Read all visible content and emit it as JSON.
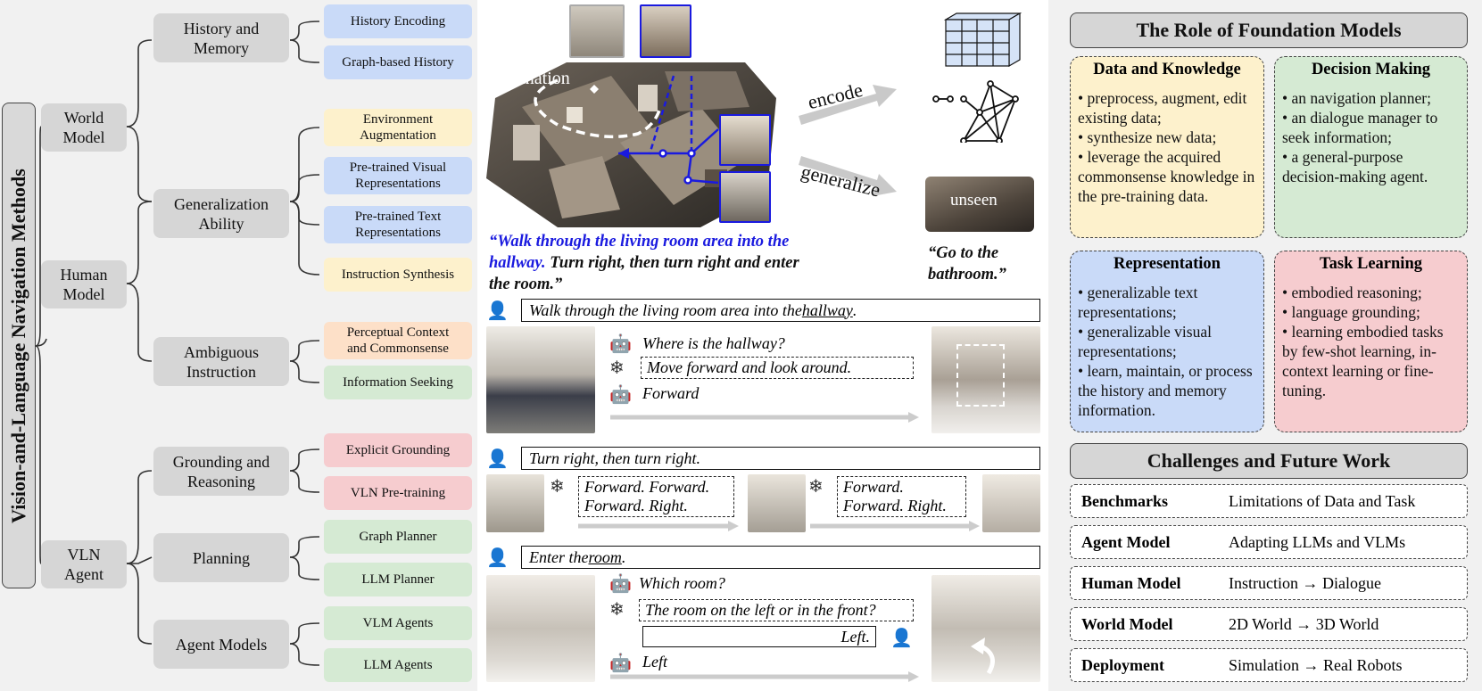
{
  "taxonomy": {
    "root": "Vision-and-Language Navigation Methods",
    "categories": [
      {
        "label": "World\nModel"
      },
      {
        "label": "Human\nModel"
      },
      {
        "label": "VLN\nAgent"
      }
    ],
    "subs": [
      {
        "label": "History and\nMemory"
      },
      {
        "label": "Generalization\nAbility"
      },
      {
        "label": "Ambiguous\nInstruction"
      },
      {
        "label": "Grounding and\nReasoning"
      },
      {
        "label": "Planning"
      },
      {
        "label": "Agent Models"
      }
    ],
    "leaves": [
      {
        "label": "History Encoding"
      },
      {
        "label": "Graph-based History"
      },
      {
        "label": "Environment\nAugmentation"
      },
      {
        "label": "Pre-trained Visual\nRepresentations"
      },
      {
        "label": "Pre-trained Text\nRepresentations"
      },
      {
        "label": "Instruction Synthesis"
      },
      {
        "label": "Perceptual Context\nand Commonsense"
      },
      {
        "label": "Information Seeking"
      },
      {
        "label": "Explicit Grounding"
      },
      {
        "label": "VLN Pre-training"
      },
      {
        "label": "Graph Planner"
      },
      {
        "label": "LLM Planner"
      },
      {
        "label": "VLM Agents"
      },
      {
        "label": "LLM Agents"
      }
    ]
  },
  "scene": {
    "destination": "destination",
    "encode": "encode",
    "generalize": "generalize",
    "unseen": "unseen",
    "instruction_hl": "“Walk through the living room area into the hallway.",
    "instruction_rest": " Turn right, then turn right and enter the room.”",
    "goal": "“Go to the bathroom.”"
  },
  "dialogue": {
    "human1_pre": "Walk through the living room area into the ",
    "human1_ul": "hallway",
    "human1_post": ".",
    "robot_q1": "Where is the hallway?",
    "gpt_a1": "Move forward and look around.",
    "robot_act1": "Forward",
    "human2": "Turn right, then turn right.",
    "gpt_a2": "Forward. Forward.\nForward. Right.",
    "gpt_a3": "Forward.\nForward. Right.",
    "human3_pre": "Enter the ",
    "human3_ul": "room",
    "human3_post": ".",
    "robot_q3": "Which room?",
    "gpt_a3b": "The room on the left or in the front?",
    "human_reply": "Left.",
    "robot_act3": "Left"
  },
  "role": {
    "title": "The Role of Foundation Models",
    "cards": [
      {
        "title": "Data and Knowledge",
        "body": "• preprocess, augment, edit existing data;\n• synthesize new data;\n• leverage the acquired commonsense knowledge in the pre-training data.",
        "color": "#fdf1cc"
      },
      {
        "title": "Decision Making",
        "body": "• an navigation planner;\n• an dialogue manager to seek information;\n• a general-purpose decision-making agent.",
        "color": "#d5ead3"
      },
      {
        "title": "Representation",
        "body": "• generalizable text representations;\n• generalizable visual representations;\n• learn, maintain, or process the history and memory information.",
        "color": "#c9daf8"
      },
      {
        "title": "Task Learning",
        "body": "• embodied reasoning;\n• language grounding;\n• learning embodied tasks by few-shot learning, in-context learning or fine-tuning.",
        "color": "#f6cccf"
      }
    ]
  },
  "challenges": {
    "title": "Challenges and Future Work",
    "rows": [
      {
        "label": "Benchmarks",
        "desc": "Limitations of Data and Task"
      },
      {
        "label": "Agent Model",
        "desc": "Adapting LLMs and VLMs"
      },
      {
        "label": "Human Model",
        "desc": "Instruction → Dialogue"
      },
      {
        "label": "World Model",
        "desc": "2D World → 3D World"
      },
      {
        "label": "Deployment",
        "desc": "Simulation →  Real Robots"
      }
    ]
  },
  "colors": {
    "blue_text": "#1a1adf",
    "panel_bg": "#f1f1f1",
    "box_gray": "#d6d6d6"
  }
}
